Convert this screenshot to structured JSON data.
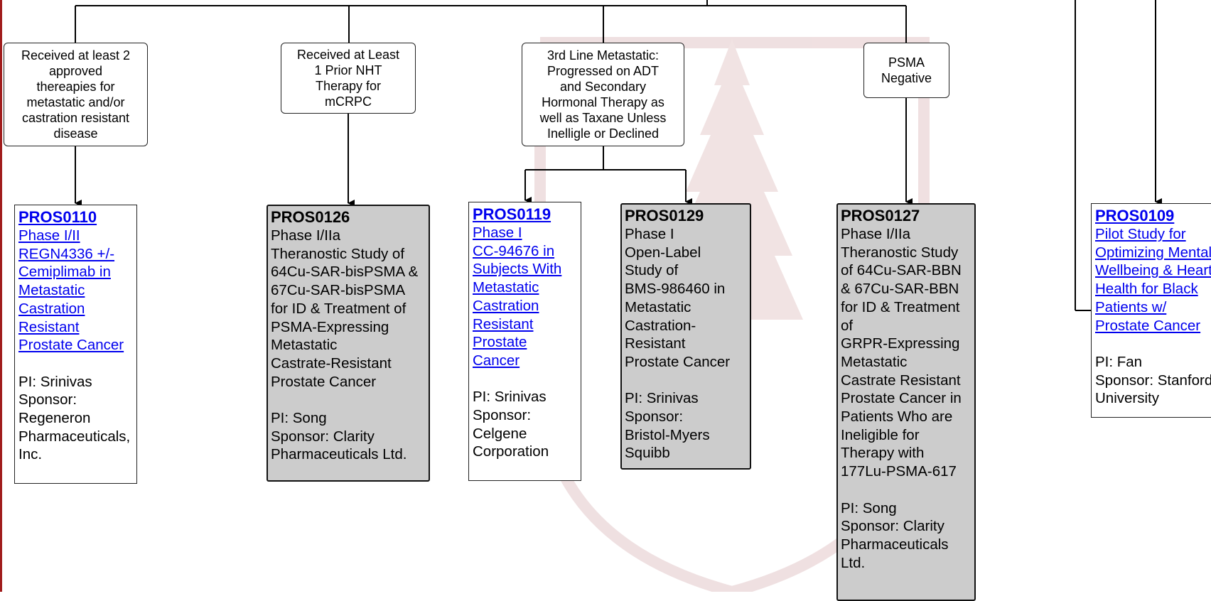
{
  "nodes": {
    "criterion_a": "Received at least 2\napproved\nthereapies for\nmetastatic and/or\ncastration resistant\ndisease",
    "criterion_b": "Received at Least\n1 Prior NHT\nTherapy for\nmCRPC",
    "criterion_c": "3rd Line Metastatic:\nProgressed on ADT\nand Secondary\nHormonal Therapy as\nwell as Taxane Unless\nInelligle or Declined",
    "criterion_d": "PSMA\nNegative"
  },
  "studies": [
    {
      "code": "PROS0110",
      "title": "Phase I/II\nREGN4336 +/-\nCemiplimab in\nMetastatic\nCastration\nResistant\nProstate Cancer",
      "pi": "PI: Srinivas",
      "sponsor": "Sponsor:\nRegeneron\nPharmaceuticals,\nInc.",
      "linked": true
    },
    {
      "code": "PROS0126",
      "title": "Phase I/IIa\nTheranostic Study of\n64Cu-SAR-bisPSMA &\n67Cu-SAR-bisPSMA\nfor ID & Treatment of\nPSMA-Expressing\nMetastatic\nCastrate-Resistant\nProstate Cancer",
      "pi": "PI: Song",
      "sponsor": "Sponsor: Clarity\nPharmaceuticals Ltd.",
      "linked": false
    },
    {
      "code": "PROS0119",
      "title": "Phase I\nCC-94676 in\nSubjects With\nMetastatic\nCastration\nResistant\nProstate\nCancer",
      "pi": "PI: Srinivas",
      "sponsor": "Sponsor:\nCelgene\nCorporation",
      "linked": true
    },
    {
      "code": "PROS0129",
      "title": "Phase I\nOpen-Label\nStudy of\nBMS-986460 in\nMetastatic\nCastration-\nResistant\nProstate Cancer",
      "pi": "PI: Srinivas",
      "sponsor": "Sponsor:\nBristol-Myers\nSquibb",
      "linked": false
    },
    {
      "code": "PROS0127",
      "title": "Phase I/IIa\nTheranostic Study\nof 64Cu-SAR-BBN\n& 67Cu-SAR-BBN\nfor ID & Treatment\nof\nGRPR-Expressing\nMetastatic\nCastrate Resistant\nProstate Cancer in\nPatients Who are\nIneligible for\nTherapy with\n177Lu-PSMA-617",
      "pi": "PI: Song",
      "sponsor": "Sponsor: Clarity\nPharmaceuticals\nLtd.",
      "linked": false
    },
    {
      "code": "PROS0109",
      "title": "Pilot Study for\nOptimizing Mental\nWellbeing & Heart\nHealth for Black\nPatients w/\nProstate Cancer",
      "pi": "PI: Fan",
      "sponsor": "Sponsor: Stanford\nUniversity",
      "linked": true
    }
  ],
  "colors": {
    "link": "#0000ee",
    "gray_box": "#cccccc",
    "watermark": "#e9d3d3",
    "edge_accent": "#a01c1c"
  }
}
